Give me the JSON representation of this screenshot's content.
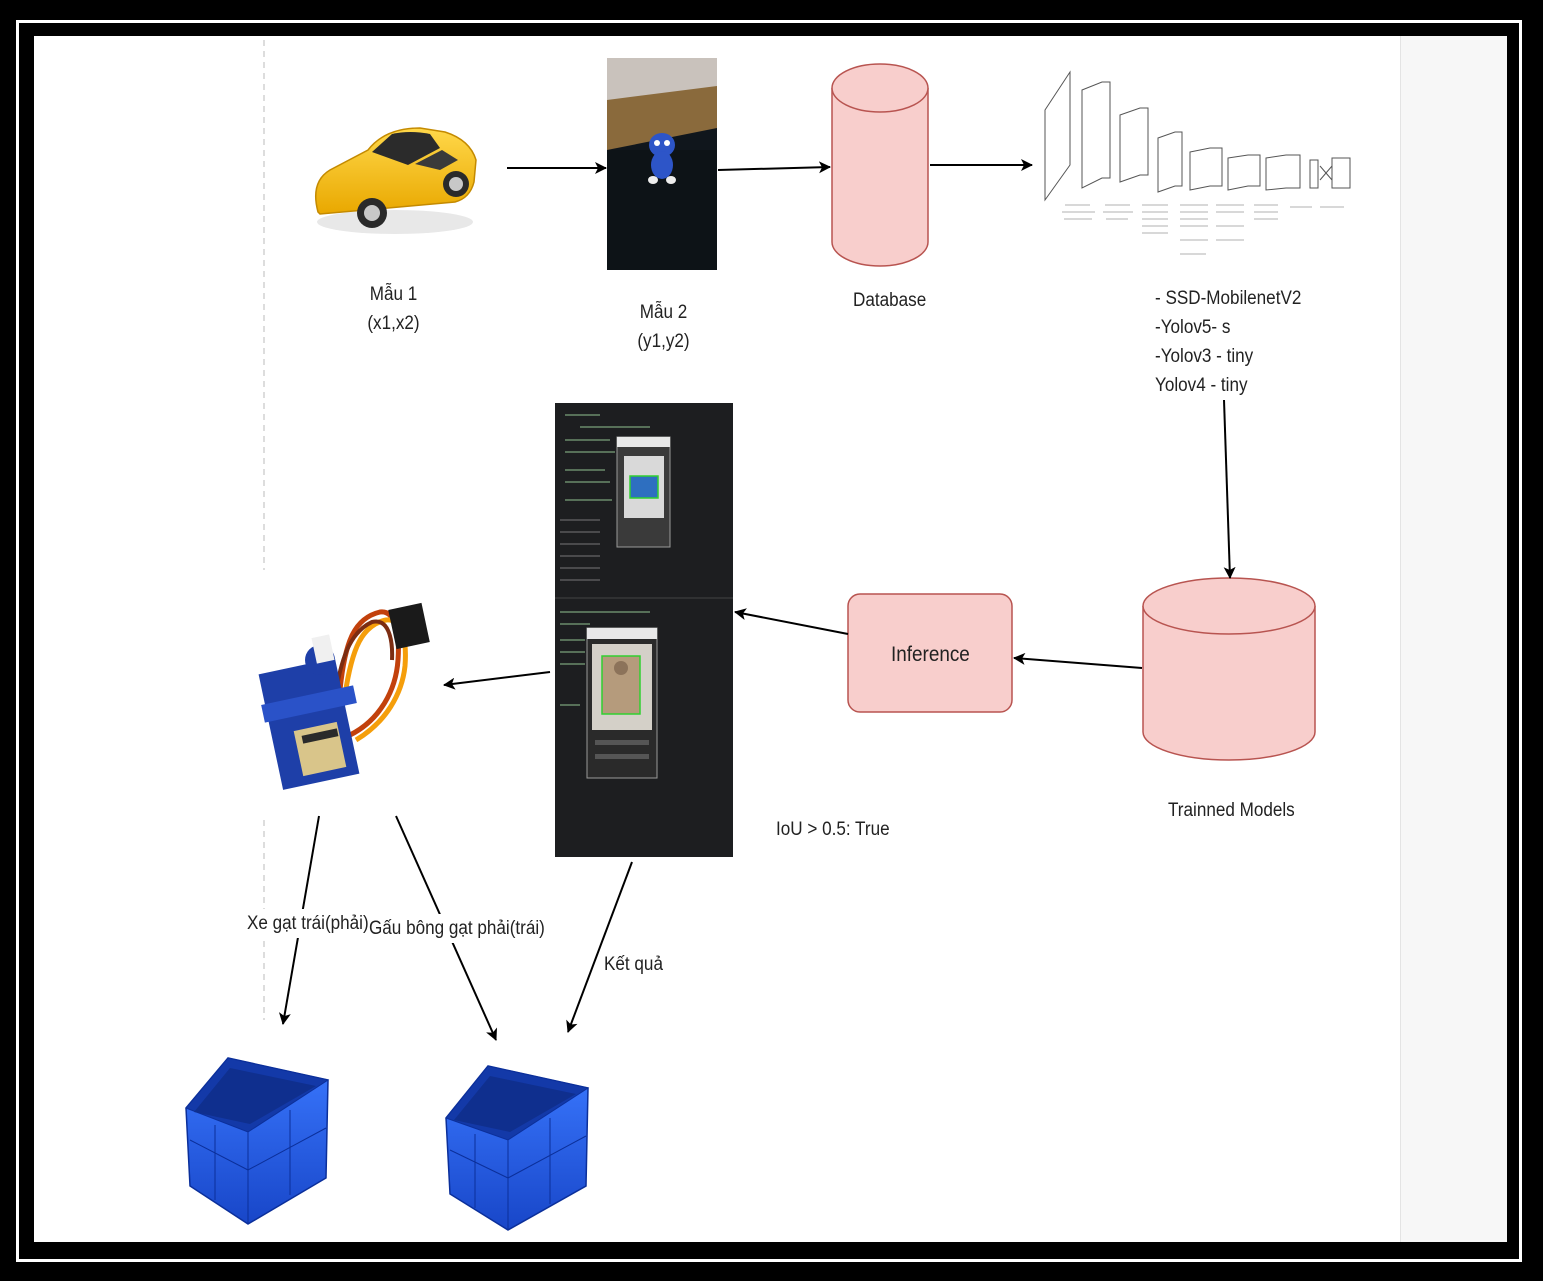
{
  "nodes": {
    "sample1": {
      "title": "Mẫu 1",
      "coords": "(x1,x2)"
    },
    "sample2": {
      "title": "Mẫu 2",
      "coords": "(y1,y2)"
    },
    "database": {
      "label": "Database"
    },
    "models_list": [
      "- SSD-MobilenetV2",
      "-Yolov5- s",
      "-Yolov3 - tiny",
      "Yolov4 - tiny"
    ],
    "trained_models": {
      "label": "Trainned Models"
    },
    "inference": {
      "label": "Inference"
    },
    "iou": {
      "label": "IoU > 0.5: True"
    }
  },
  "edges": {
    "left_push": "Xe gạt trái(phải)",
    "right_push": "Gấu bông gạt phải(trái)",
    "result": "Kết quả"
  },
  "colors": {
    "node_fill": "#f8cecc",
    "node_stroke": "#b85450",
    "bin_blue": "#1f5fe0",
    "frame": "#000000",
    "arrow": "#000000"
  },
  "icons": {
    "sample1": "toy-car-icon",
    "sample2": "plush-toy-photo",
    "network": "cnn-architecture-diagram",
    "detection": "detection-screenshot",
    "servo": "servo-motor-icon",
    "bins": "blue-crate-icon"
  }
}
